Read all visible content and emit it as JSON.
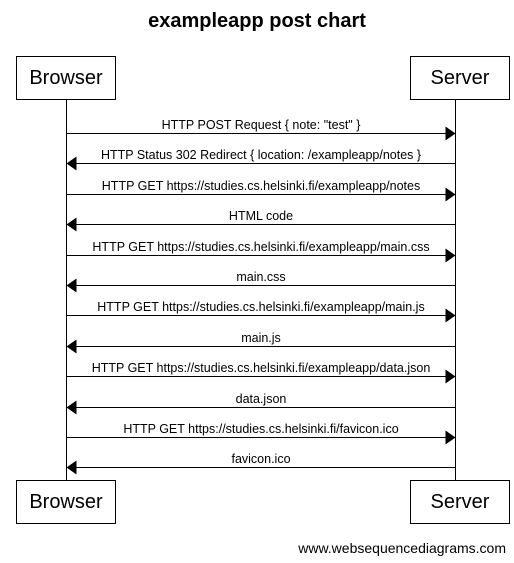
{
  "title": "exampleapp post chart",
  "participants": {
    "left": "Browser",
    "right": "Server"
  },
  "messages": [
    {
      "from": "Browser",
      "to": "Server",
      "label": "HTTP POST Request { note: \"test\" }"
    },
    {
      "from": "Server",
      "to": "Browser",
      "label": "HTTP Status 302 Redirect { location: /exampleapp/notes }"
    },
    {
      "from": "Browser",
      "to": "Server",
      "label": "HTTP GET https://studies.cs.helsinki.fi/exampleapp/notes"
    },
    {
      "from": "Server",
      "to": "Browser",
      "label": "HTML code"
    },
    {
      "from": "Browser",
      "to": "Server",
      "label": "HTTP GET https://studies.cs.helsinki.fi/exampleapp/main.css"
    },
    {
      "from": "Server",
      "to": "Browser",
      "label": "main.css"
    },
    {
      "from": "Browser",
      "to": "Server",
      "label": "HTTP GET https://studies.cs.helsinki.fi/exampleapp/main.js"
    },
    {
      "from": "Server",
      "to": "Browser",
      "label": "main.js"
    },
    {
      "from": "Browser",
      "to": "Server",
      "label": "HTTP GET https://studies.cs.helsinki.fi/exampleapp/data.json"
    },
    {
      "from": "Server",
      "to": "Browser",
      "label": "data.json"
    },
    {
      "from": "Browser",
      "to": "Server",
      "label": "HTTP GET https://studies.cs.helsinki.fi/favicon.ico"
    },
    {
      "from": "Server",
      "to": "Browser",
      "label": "favicon.ico"
    }
  ],
  "footer": "www.websequencediagrams.com"
}
